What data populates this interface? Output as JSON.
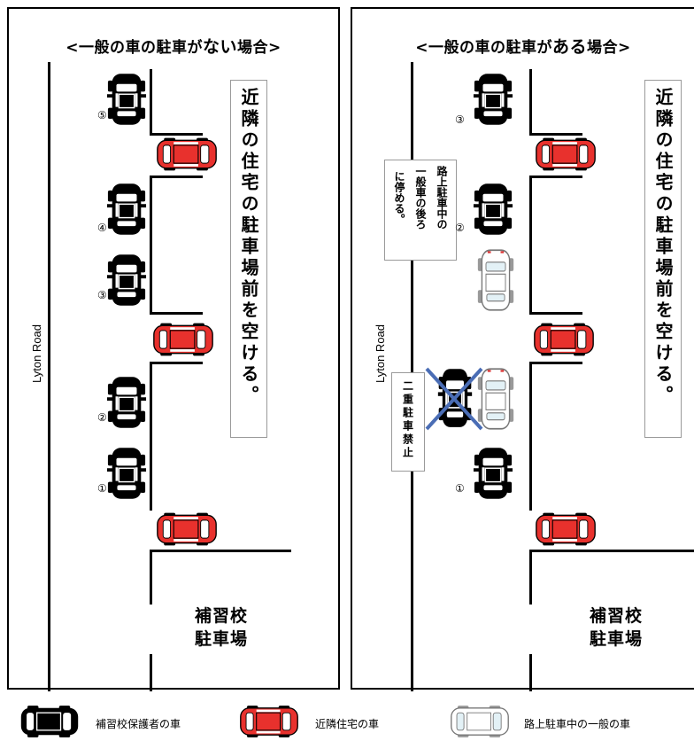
{
  "panels": {
    "left": {
      "title_prefix": "<一般の車の駐車が",
      "title_emphasis": "ない",
      "title_suffix": "場合>",
      "road_label": "Lyton Road",
      "notice": "近隣の住宅の駐車場前を空ける。",
      "parking_lot": [
        "補習校",
        "駐車場"
      ],
      "numbers": [
        "⑤",
        "④",
        "③",
        "②",
        "①"
      ]
    },
    "right": {
      "title_prefix": "<一般の車の駐車が",
      "title_emphasis": "ある",
      "title_suffix": "場合>",
      "road_label": "Lyton Road",
      "notice": "近隣の住宅の駐車場前を空ける。",
      "follow_note_col1": "路上駐車中の",
      "follow_note_col2": "一般車の後ろ",
      "follow_note_col3": "に停める。",
      "prohibition": "二重駐車禁止",
      "parking_lot": [
        "補習校",
        "駐車場"
      ],
      "numbers": [
        "③",
        "②",
        "①"
      ]
    }
  },
  "legend": {
    "parent_car": "補習校保護者の車",
    "neighbor_car": "近隣住宅の車",
    "street_car": "路上駐車中の一般の車"
  },
  "colors": {
    "parent_car": "#000000",
    "neighbor_car": "#e8312d",
    "street_car": "#ffffff",
    "cross": "#4a6db5"
  }
}
